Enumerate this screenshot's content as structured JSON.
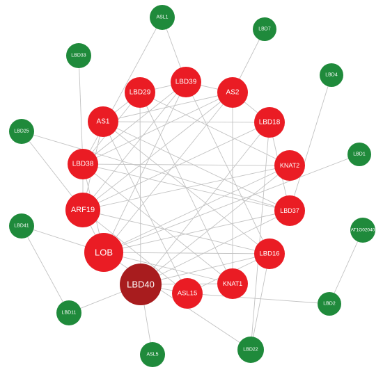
{
  "colors": {
    "green": "#1f8a3b",
    "red": "#ea1c24",
    "darkred": "#a81c1e",
    "edge": "#c2c2c2"
  },
  "nodes": [
    {
      "id": "ASL1",
      "label": "ASL1",
      "type": "green"
    },
    {
      "id": "LBD7",
      "label": "LBD7",
      "type": "green"
    },
    {
      "id": "LBD33",
      "label": "LBD33",
      "type": "green"
    },
    {
      "id": "LBD4",
      "label": "LBD4",
      "type": "green"
    },
    {
      "id": "LBD25",
      "label": "LBD25",
      "type": "green"
    },
    {
      "id": "LBD1",
      "label": "LBD1",
      "type": "green"
    },
    {
      "id": "LBD41",
      "label": "LBD41",
      "type": "green"
    },
    {
      "id": "AT1G02040",
      "label": "AT1G02040",
      "type": "green"
    },
    {
      "id": "LBD11",
      "label": "LBD11",
      "type": "green"
    },
    {
      "id": "LBD2",
      "label": "LBD2",
      "type": "green"
    },
    {
      "id": "ASL5",
      "label": "ASL5",
      "type": "green"
    },
    {
      "id": "LBD22",
      "label": "LBD22",
      "type": "green"
    },
    {
      "id": "LBD39",
      "label": "LBD39",
      "type": "red"
    },
    {
      "id": "LBD29",
      "label": "LBD29",
      "type": "red"
    },
    {
      "id": "AS2",
      "label": "AS2",
      "type": "red"
    },
    {
      "id": "AS1",
      "label": "AS1",
      "type": "red"
    },
    {
      "id": "LBD18",
      "label": "LBD18",
      "type": "red"
    },
    {
      "id": "LBD38",
      "label": "LBD38",
      "type": "red"
    },
    {
      "id": "KNAT2",
      "label": "KNAT2",
      "type": "red"
    },
    {
      "id": "ARF19",
      "label": "ARF19",
      "type": "red"
    },
    {
      "id": "LBD37",
      "label": "LBD37",
      "type": "red"
    },
    {
      "id": "LOB",
      "label": "LOB",
      "type": "red"
    },
    {
      "id": "LBD16",
      "label": "LBD16",
      "type": "red"
    },
    {
      "id": "LBD40",
      "label": "LBD40",
      "type": "darkred"
    },
    {
      "id": "ASL15",
      "label": "ASL15",
      "type": "red"
    },
    {
      "id": "KNAT1",
      "label": "KNAT1",
      "type": "red"
    }
  ],
  "edges": [
    [
      "ASL1",
      "LBD39"
    ],
    [
      "ASL1",
      "LBD38"
    ],
    [
      "LBD7",
      "AS2"
    ],
    [
      "LBD33",
      "LBD38"
    ],
    [
      "LBD4",
      "LBD37"
    ],
    [
      "LBD25",
      "ARF19"
    ],
    [
      "LBD25",
      "LBD37"
    ],
    [
      "LBD1",
      "LOB"
    ],
    [
      "LBD41",
      "LOB"
    ],
    [
      "LBD41",
      "LBD11"
    ],
    [
      "AT1G02040",
      "LBD2"
    ],
    [
      "LBD11",
      "LBD40"
    ],
    [
      "LBD2",
      "ASL15"
    ],
    [
      "ASL5",
      "LBD40"
    ],
    [
      "LBD22",
      "LBD16"
    ],
    [
      "LBD22",
      "LOB"
    ],
    [
      "LBD39",
      "LBD29"
    ],
    [
      "LBD39",
      "AS2"
    ],
    [
      "LBD39",
      "LBD38"
    ],
    [
      "LBD39",
      "LOB"
    ],
    [
      "LBD39",
      "LBD16"
    ],
    [
      "LBD39",
      "ARF19"
    ],
    [
      "LBD29",
      "AS1"
    ],
    [
      "LBD29",
      "KNAT2"
    ],
    [
      "LBD29",
      "LBD38"
    ],
    [
      "LBD29",
      "LBD40"
    ],
    [
      "LBD29",
      "KNAT1"
    ],
    [
      "AS2",
      "AS1"
    ],
    [
      "AS2",
      "LBD18"
    ],
    [
      "AS2",
      "LBD38"
    ],
    [
      "AS2",
      "LOB"
    ],
    [
      "AS2",
      "KNAT1"
    ],
    [
      "AS2",
      "ARF19"
    ],
    [
      "AS1",
      "LBD18"
    ],
    [
      "AS1",
      "ARF19"
    ],
    [
      "AS1",
      "LBD37"
    ],
    [
      "AS1",
      "LBD16"
    ],
    [
      "AS1",
      "ASL15"
    ],
    [
      "LBD18",
      "ARF19"
    ],
    [
      "LBD18",
      "LBD37"
    ],
    [
      "LBD18",
      "LBD40"
    ],
    [
      "LBD18",
      "LBD22"
    ],
    [
      "LBD38",
      "KNAT2"
    ],
    [
      "LBD38",
      "LBD37"
    ],
    [
      "LBD38",
      "ARF19"
    ],
    [
      "LBD38",
      "LOB"
    ],
    [
      "LBD38",
      "KNAT1"
    ],
    [
      "KNAT2",
      "ARF19"
    ],
    [
      "KNAT2",
      "LBD40"
    ],
    [
      "KNAT2",
      "LOB"
    ],
    [
      "ARF19",
      "LBD16"
    ],
    [
      "ARF19",
      "LOB"
    ],
    [
      "ARF19",
      "ASL15"
    ],
    [
      "LBD37",
      "LOB"
    ],
    [
      "LBD37",
      "LBD40"
    ],
    [
      "LOB",
      "LBD16"
    ],
    [
      "LOB",
      "KNAT1"
    ],
    [
      "LBD16",
      "LBD40"
    ],
    [
      "LBD16",
      "ASL15"
    ],
    [
      "LBD40",
      "ASL15"
    ],
    [
      "LBD40",
      "KNAT1"
    ]
  ]
}
